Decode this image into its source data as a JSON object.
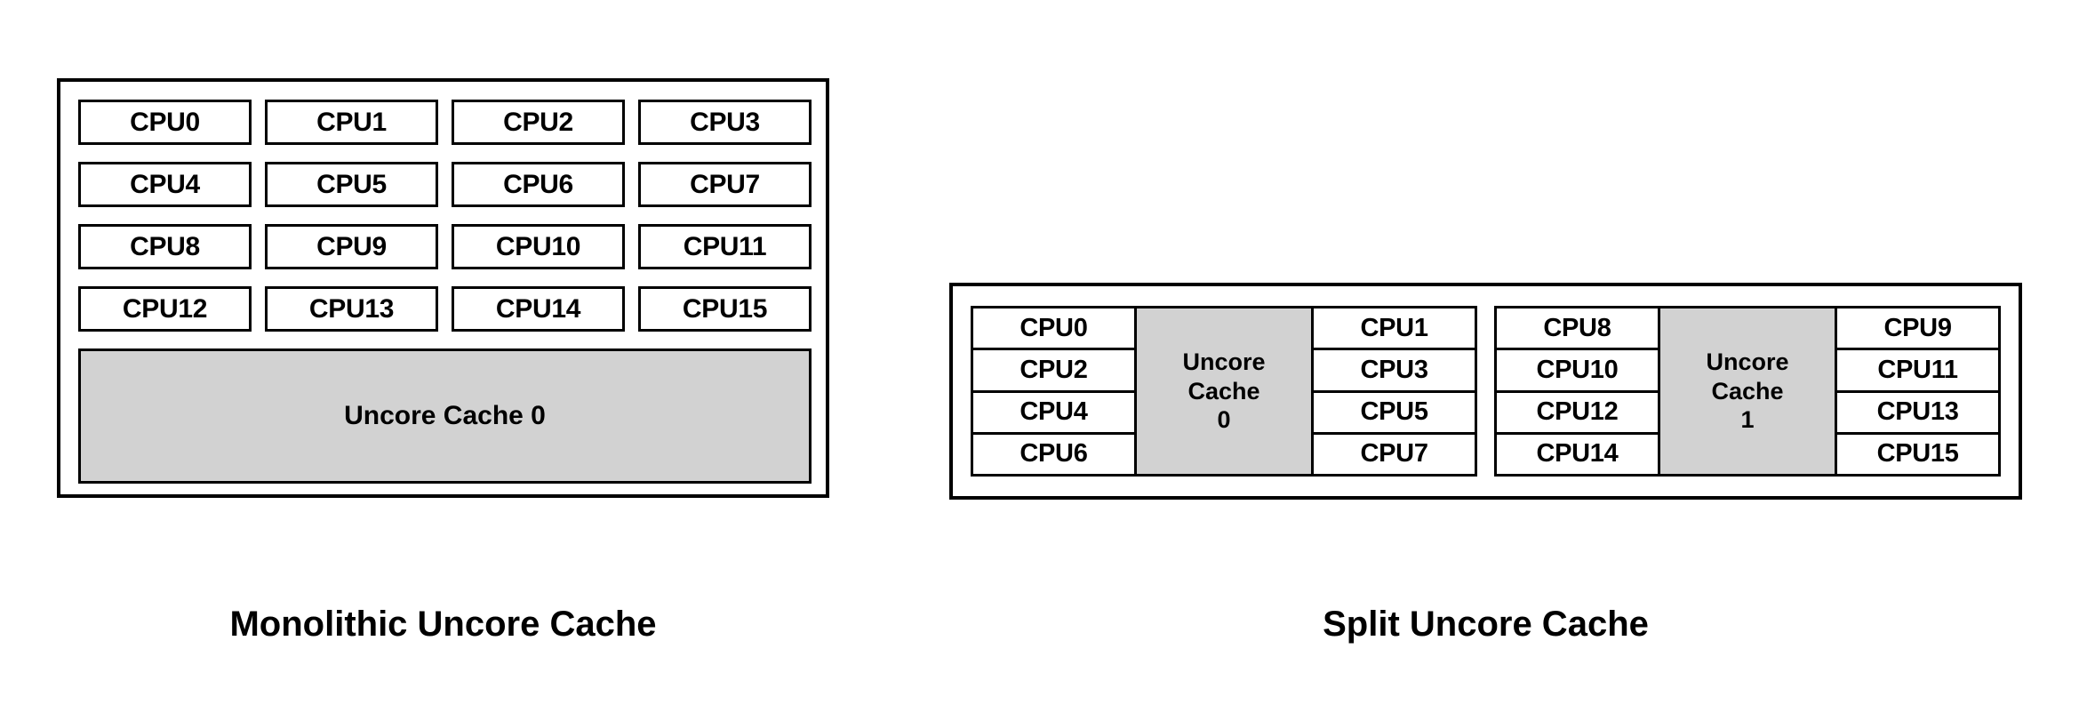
{
  "monolithic": {
    "caption": "Monolithic Uncore Cache",
    "cpus": [
      "CPU0",
      "CPU1",
      "CPU2",
      "CPU3",
      "CPU4",
      "CPU5",
      "CPU6",
      "CPU7",
      "CPU8",
      "CPU9",
      "CPU10",
      "CPU11",
      "CPU12",
      "CPU13",
      "CPU14",
      "CPU15"
    ],
    "cache_label": "Uncore Cache 0",
    "cache_color": "#d2d2d2",
    "box_color": "#ffffff",
    "border_color": "#000000"
  },
  "split": {
    "caption": "Split Uncore Cache",
    "groups": [
      {
        "left_cpus": [
          "CPU0",
          "CPU2",
          "CPU4",
          "CPU6"
        ],
        "cache_line1": "Uncore",
        "cache_line2": "Cache",
        "cache_line3": "0",
        "right_cpus": [
          "CPU1",
          "CPU3",
          "CPU5",
          "CPU7"
        ]
      },
      {
        "left_cpus": [
          "CPU8",
          "CPU10",
          "CPU12",
          "CPU14"
        ],
        "cache_line1": "Uncore",
        "cache_line2": "Cache",
        "cache_line3": "1",
        "right_cpus": [
          "CPU9",
          "CPU11",
          "CPU13",
          "CPU15"
        ]
      }
    ],
    "cache_color": "#d2d2d2",
    "box_color": "#ffffff",
    "border_color": "#000000"
  }
}
